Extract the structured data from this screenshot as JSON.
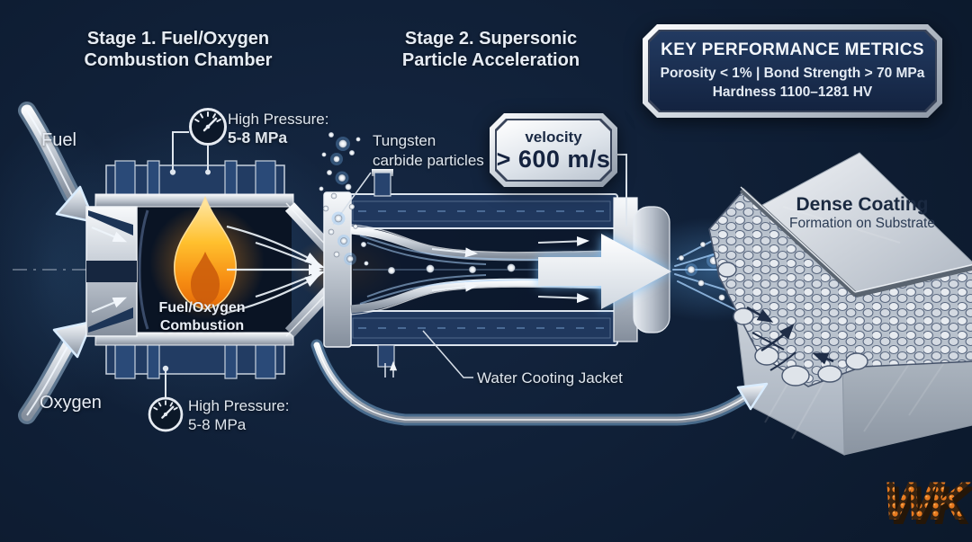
{
  "stage1": {
    "title_line1": "Stage 1. Fuel/Oxygen",
    "title_line2": "Combustion Chamber",
    "fuel_label": "Fuel",
    "oxygen_label": "Oxygen",
    "combustion_line1": "Fuel/Oxygen",
    "combustion_line2": "Combustion",
    "pressure_top_label": "High Pressure:",
    "pressure_top_value": "5-8 MPa",
    "pressure_bottom_label": "High Pressure:",
    "pressure_bottom_value": "5-8 MPa"
  },
  "stage2": {
    "title_line1": "Stage 2. Supersonic",
    "title_line2": "Particle Acceleration",
    "particles_line1": "Tungsten",
    "particles_line2": "carbide particles",
    "velocity_label": "velocity",
    "velocity_value": "> 600 m/s",
    "cooling_jacket_label": "Water Cooting Jacket"
  },
  "result": {
    "coating_line1": "Dense Coating",
    "coating_line2": "Formation on Substrate"
  },
  "metrics": {
    "title": "KEY PERFORMANCE METRICS",
    "row1": "Porosity < 1%  |  Bond Strength > 70 MPa",
    "row2": "Hardness 1100–1281 HV"
  },
  "logo_text": "WK",
  "colors": {
    "background": "#0e1d33",
    "panel_navy": "#16294a",
    "metal_light": "#eef2f6",
    "flame_orange": "#f68c12",
    "glow_blue": "#8fd0ff",
    "logo_orange": "#e87a1e"
  }
}
